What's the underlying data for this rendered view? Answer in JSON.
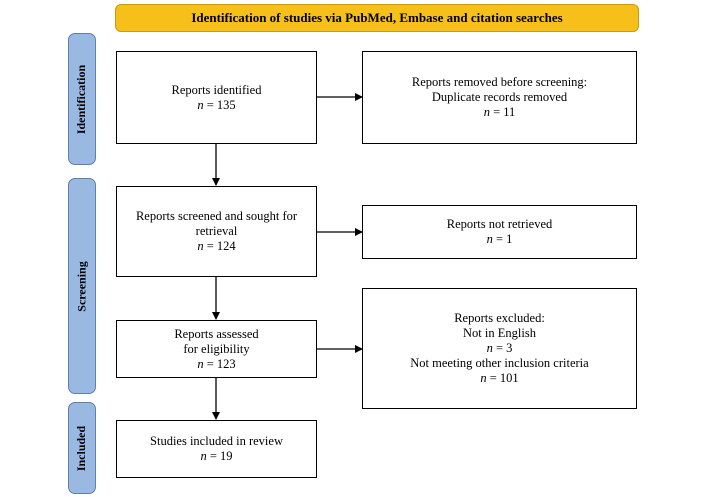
{
  "header": {
    "title": "Identification of studies via PubMed, Embase and citation searches"
  },
  "phases": {
    "identification": "Identification",
    "screening": "Screening",
    "included": "Included"
  },
  "boxes": {
    "identified": {
      "line1": "Reports identified",
      "n_label": "n",
      "n_value": "= 135"
    },
    "removed": {
      "line1": "Reports removed before screening:",
      "line2": "Duplicate records removed",
      "n_label": "n",
      "n_value": "= 11"
    },
    "screened": {
      "line1": "Reports screened and sought for",
      "line2": "retrieval",
      "n_label": "n",
      "n_value": "= 124"
    },
    "not_retrieved": {
      "line1": "Reports not retrieved",
      "n_label": "n",
      "n_value": "= 1"
    },
    "assessed": {
      "line1": "Reports assessed",
      "line2": "for eligibility",
      "n_label": "n",
      "n_value": "= 123"
    },
    "excluded": {
      "line1": "Reports excluded:",
      "reason1": "Not in English",
      "n1_label": "n",
      "n1_value": "= 3",
      "reason2": "Not meeting other inclusion criteria",
      "n2_label": "n",
      "n2_value": "= 101"
    },
    "included": {
      "line1": "Studies included in review",
      "n_label": "n",
      "n_value": "= 19"
    }
  }
}
